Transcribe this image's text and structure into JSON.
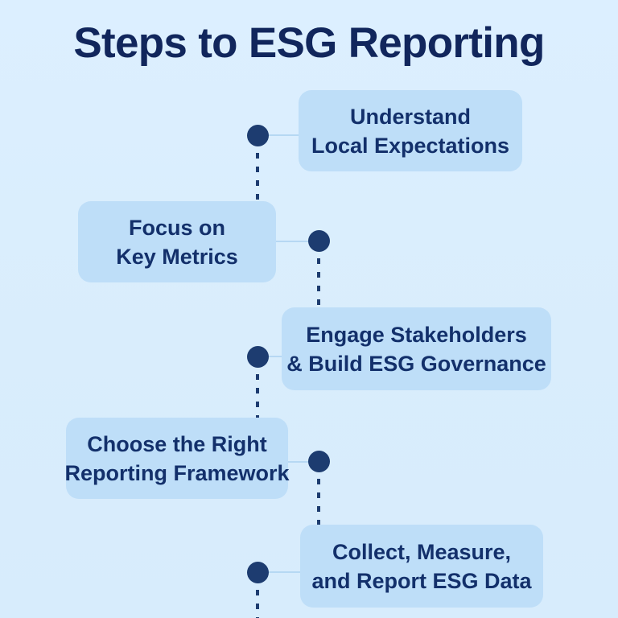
{
  "page": {
    "title": "Steps to ESG Reporting",
    "background_color": "#dcefff",
    "card_color": "#bedef8",
    "accent_color": "#1d3c70",
    "text_color": "#13306b",
    "connector_color": "#b6d8f3"
  },
  "steps": [
    {
      "index": "1",
      "side": "right",
      "line1": "Understand",
      "line2": "Local Expectations"
    },
    {
      "index": "2",
      "side": "left",
      "line1": "Focus on",
      "line2": "Key Metrics"
    },
    {
      "index": "3",
      "side": "right",
      "line1": "Engage Stakeholders",
      "line2": "& Build ESG Governance"
    },
    {
      "index": "4",
      "side": "left",
      "line1": "Choose the Right",
      "line2": "Reporting Framework"
    },
    {
      "index": "5",
      "side": "right",
      "line1": "Collect, Measure,",
      "line2": "and Report ESG Data"
    }
  ]
}
